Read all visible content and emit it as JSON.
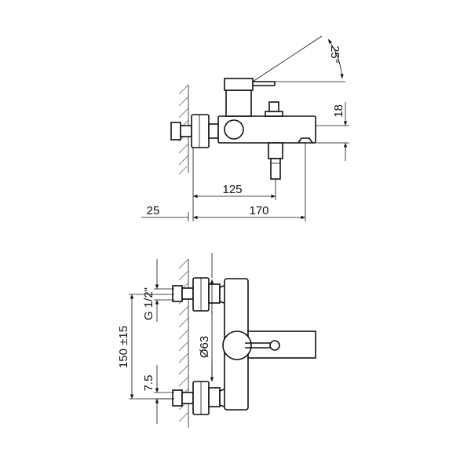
{
  "dimensions": {
    "angle": "25°",
    "height_18": "18",
    "spout_125": "125",
    "wall_25": "25",
    "total_170": "170",
    "thread": "G 1/2\"",
    "centers": "150 ±15",
    "offset": "7.5",
    "diameter": "Ø63"
  }
}
